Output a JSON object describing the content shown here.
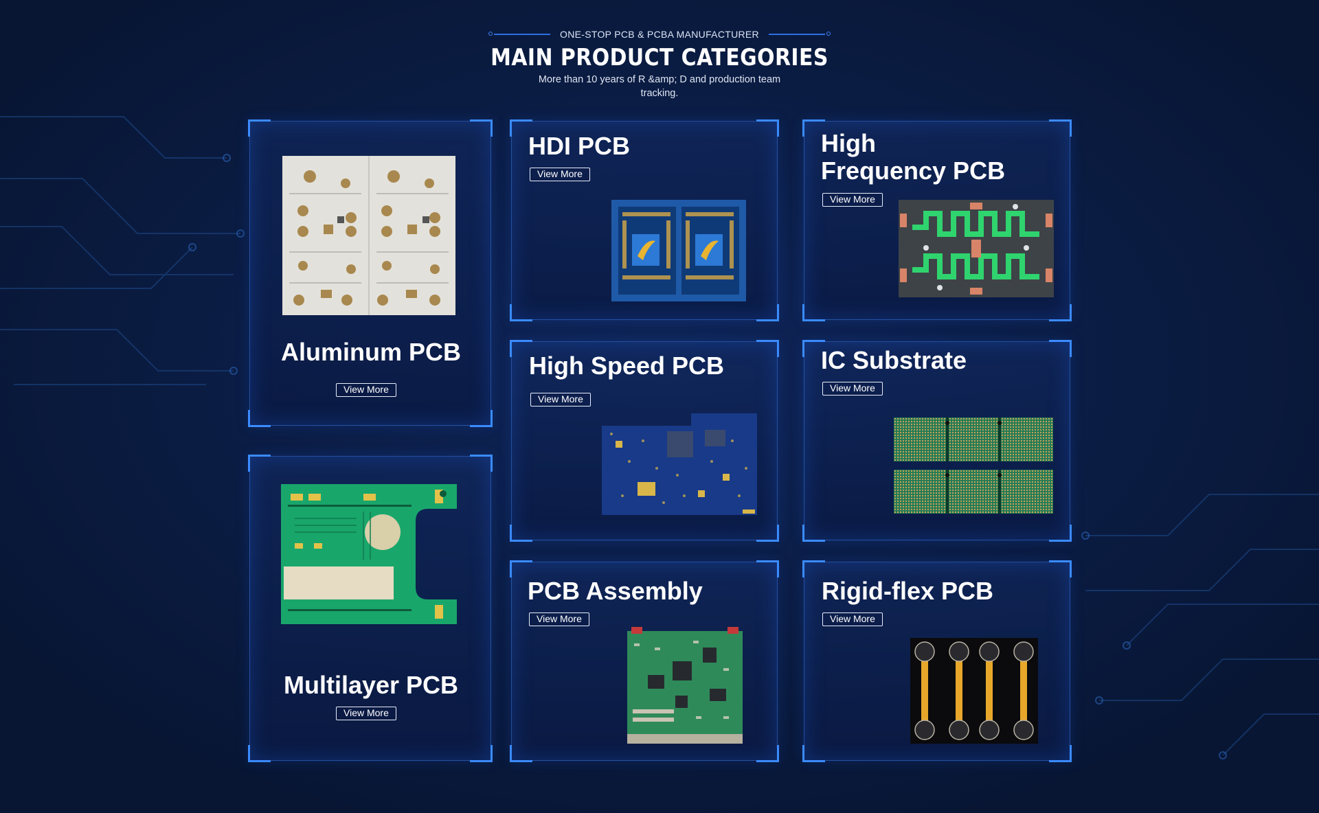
{
  "header": {
    "eyebrow": "ONE-STOP PCB & PCBA MANUFACTURER",
    "title": "MAIN PRODUCT CATEGORIES",
    "subtitle": "More than 10 years of R &amp; D and production team tracking."
  },
  "cards": [
    {
      "title": "Aluminum PCB",
      "button": "View More"
    },
    {
      "title": "HDI PCB",
      "button": "View More"
    },
    {
      "title": "High Frequency PCB",
      "title_line1": "High",
      "title_line2": "Frequency PCB",
      "button": "View More"
    },
    {
      "title": "High Speed PCB",
      "button": "View More"
    },
    {
      "title": "IC Substrate",
      "button": "View More"
    },
    {
      "title": "Multilayer PCB",
      "button": "View More"
    },
    {
      "title": "PCB Assembly",
      "button": "View More"
    },
    {
      "title": "Rigid-flex PCB",
      "button": "View More"
    }
  ],
  "colors": {
    "background": "#0a1a3e",
    "accent": "#3b8bff",
    "card_border": "#3b78e6"
  }
}
